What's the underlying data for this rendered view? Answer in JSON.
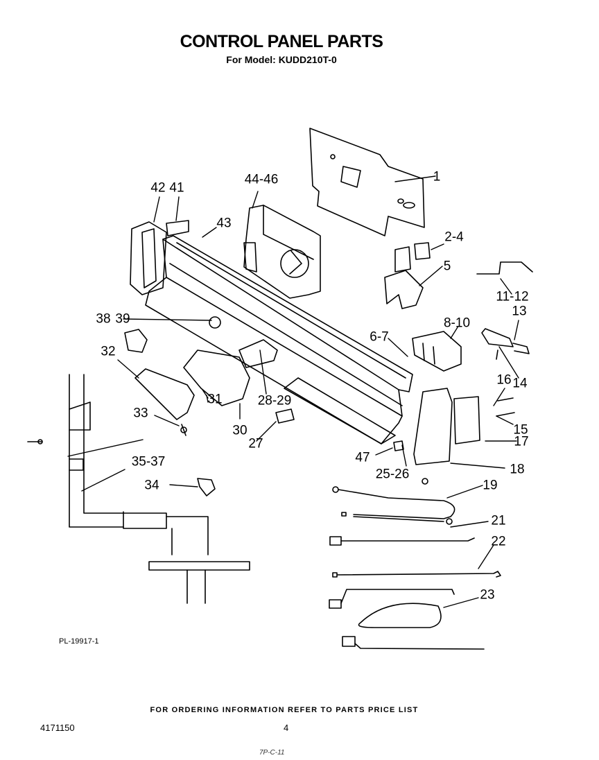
{
  "header": {
    "title": "CONTROL PANEL PARTS",
    "subtitle": "For Model: KUDD210T-0"
  },
  "callouts": [
    {
      "id": "c1",
      "label": "1"
    },
    {
      "id": "c2",
      "label": "2-4"
    },
    {
      "id": "c3",
      "label": "5"
    },
    {
      "id": "c4",
      "label": "11-12"
    },
    {
      "id": "c5",
      "label": "13"
    },
    {
      "id": "c6",
      "label": "8-10"
    },
    {
      "id": "c7",
      "label": "6-7"
    },
    {
      "id": "c8",
      "label": "14"
    },
    {
      "id": "c9",
      "label": "16"
    },
    {
      "id": "c10",
      "label": "15"
    },
    {
      "id": "c11",
      "label": "17"
    },
    {
      "id": "c12",
      "label": "18"
    },
    {
      "id": "c13",
      "label": "19"
    },
    {
      "id": "c14",
      "label": "21"
    },
    {
      "id": "c15",
      "label": "22"
    },
    {
      "id": "c16",
      "label": "23"
    },
    {
      "id": "c17",
      "label": "25-26"
    },
    {
      "id": "c18",
      "label": "47"
    },
    {
      "id": "c19",
      "label": "27"
    },
    {
      "id": "c20",
      "label": "28-29"
    },
    {
      "id": "c21",
      "label": "30"
    },
    {
      "id": "c22",
      "label": "31"
    },
    {
      "id": "c23",
      "label": "32"
    },
    {
      "id": "c24",
      "label": "33"
    },
    {
      "id": "c25",
      "label": "34"
    },
    {
      "id": "c26",
      "label": "35-37"
    },
    {
      "id": "c27",
      "label": "38"
    },
    {
      "id": "c28",
      "label": "39"
    },
    {
      "id": "c29",
      "label": "42"
    },
    {
      "id": "c30",
      "label": "41"
    },
    {
      "id": "c31",
      "label": "43"
    },
    {
      "id": "c32",
      "label": "44-46"
    }
  ],
  "plate_number": "PL-19917-1",
  "footer": {
    "ordering_note": "FOR ORDERING INFORMATION REFER TO PARTS PRICE LIST",
    "document_number": "4171150",
    "page_number": "4",
    "handwritten": "7P-C-11"
  }
}
